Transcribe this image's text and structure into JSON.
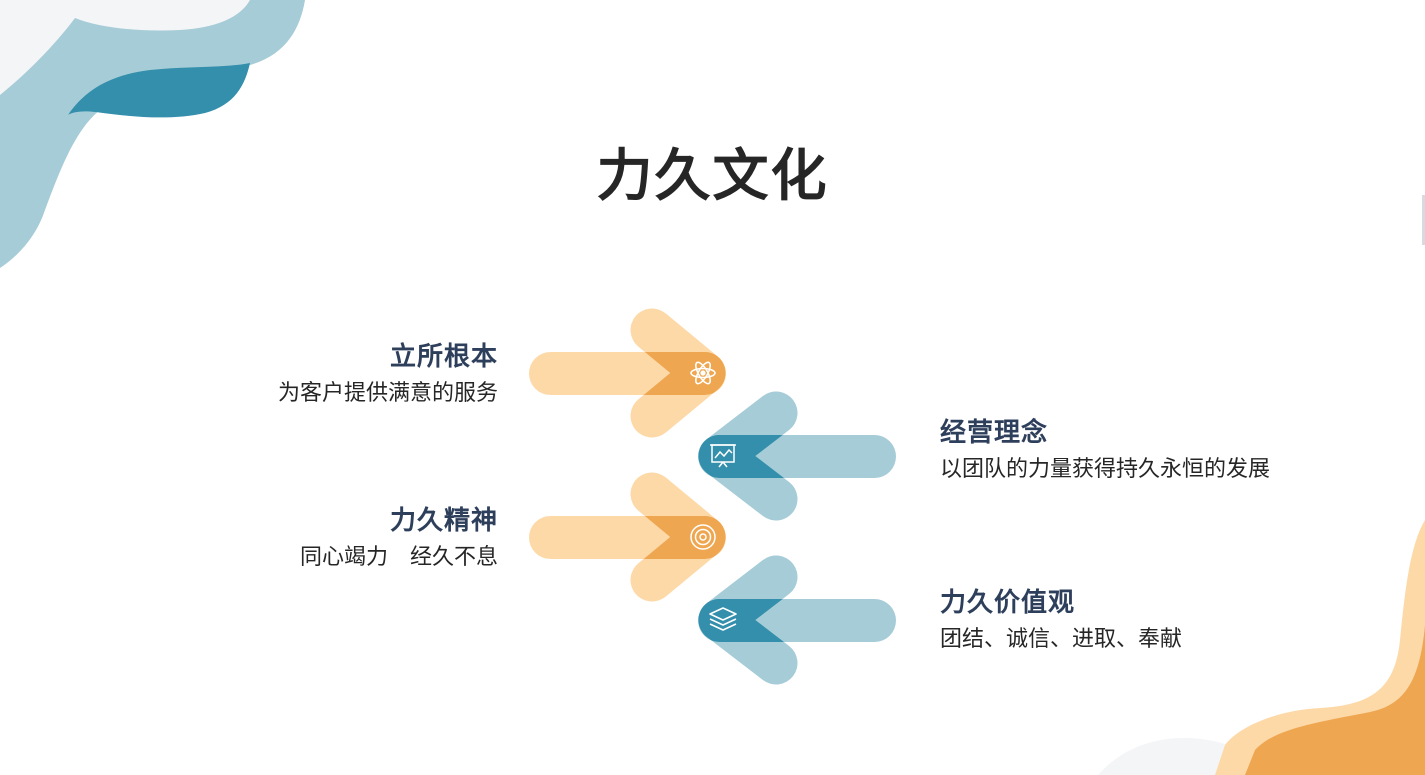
{
  "title": "力久文化",
  "items": [
    {
      "heading": "立所根本",
      "desc": "为客户提供满意的服务",
      "icon": "atom-icon",
      "color": "orange"
    },
    {
      "heading": "经营理念",
      "desc": "以团队的力量获得持久永恒的发展",
      "icon": "presentation-board-icon",
      "color": "blue"
    },
    {
      "heading": "力久精神",
      "desc": "同心竭力　经久不息",
      "icon": "target-icon",
      "color": "orange"
    },
    {
      "heading": "力久价值观",
      "desc": "团结、诚信、进取、奉献",
      "icon": "layers-icon",
      "color": "blue"
    }
  ],
  "colors": {
    "orange_light": "#FDD9A8",
    "orange_dark": "#EFA650",
    "blue_light": "#A6CCD7",
    "blue_dark": "#338FAB",
    "heading": "#2E3F5C",
    "text": "#262626",
    "bg_grey": "#F4F5F7"
  }
}
